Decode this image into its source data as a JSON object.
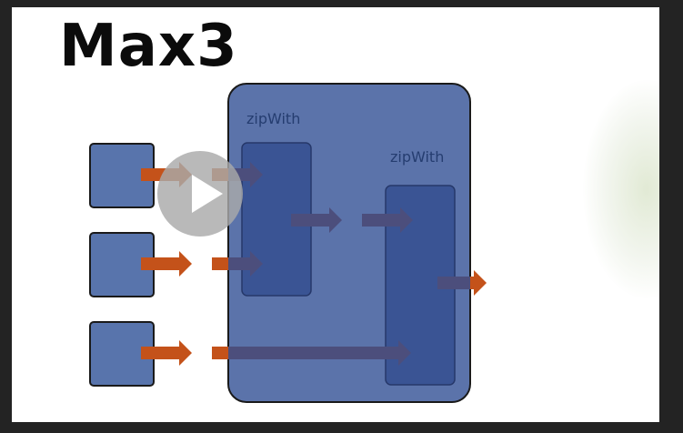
{
  "slide": {
    "title": "Max3",
    "outer_label": "zipWith",
    "inner_label": "zipWith"
  },
  "player": {
    "play_icon": "play-icon"
  },
  "colors": {
    "box_fill": "#5874ac",
    "box_stroke": "#1a1a1a",
    "inner_fill": "#3a5494",
    "outer_fill": "#5b73aa",
    "arrow_orange": "#c4521a",
    "arrow_muted": "#4c4e7c",
    "label": "#253d70"
  }
}
